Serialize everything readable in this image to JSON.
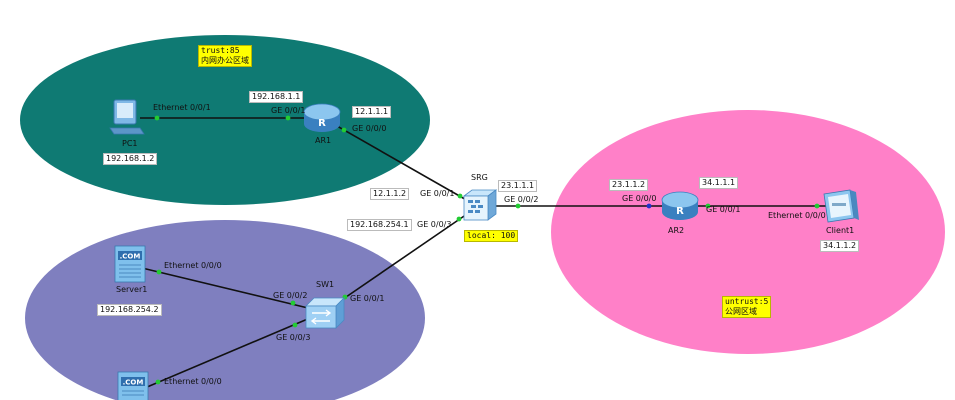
{
  "colors": {
    "trust_zone": "#0f7a73",
    "dmz_zone": "#7f7fbf",
    "untrust_zone": "#ff80c8",
    "link": "#111111",
    "port_dot": "#22cc33",
    "port_dot_down": "#2233cc"
  },
  "zones": {
    "trust": {
      "name": "trust:85",
      "desc": "内网办公区域"
    },
    "untrust": {
      "name": "untrust:5",
      "desc": "公网区域"
    },
    "local": {
      "name": "local: 100"
    }
  },
  "devices": {
    "pc1": {
      "name": "PC1",
      "ip": "192.168.1.2",
      "port": "Ethernet 0/0/1",
      "icon": "pc-icon"
    },
    "ar1": {
      "name": "AR1",
      "ip_left": "192.168.1.1",
      "ip_right": "12.1.1.1",
      "port_left": "GE 0/0/1",
      "port_right": "GE 0/0/0",
      "icon": "router-icon"
    },
    "srg": {
      "name": "SRG",
      "ip_ar1": "12.1.1.2",
      "port_ar1": "GE 0/0/1",
      "ip_sw1": "192.168.254.1",
      "port_sw1": "GE 0/0/3",
      "ip_ar2": "23.1.1.1",
      "port_ar2": "GE 0/0/2",
      "icon": "firewall-icon"
    },
    "ar2": {
      "name": "AR2",
      "ip_left": "23.1.1.2",
      "ip_right": "34.1.1.1",
      "port_left": "GE 0/0/0",
      "port_right": "GE 0/0/1",
      "icon": "router-icon"
    },
    "client1": {
      "name": "Client1",
      "ip": "34.1.1.2",
      "port": "Ethernet 0/0/0",
      "icon": "client-icon"
    },
    "server1": {
      "name": "Server1",
      "ip": "192.168.254.2",
      "port": "Ethernet 0/0/0",
      "icon": "server-icon"
    },
    "sw1": {
      "name": "SW1",
      "port_server1": "GE 0/0/2",
      "port_srg": "GE 0/0/1",
      "port_server2": "GE 0/0/3",
      "icon": "switch-icon"
    },
    "server2": {
      "port": "Ethernet 0/0/0",
      "icon": "server-icon"
    }
  }
}
